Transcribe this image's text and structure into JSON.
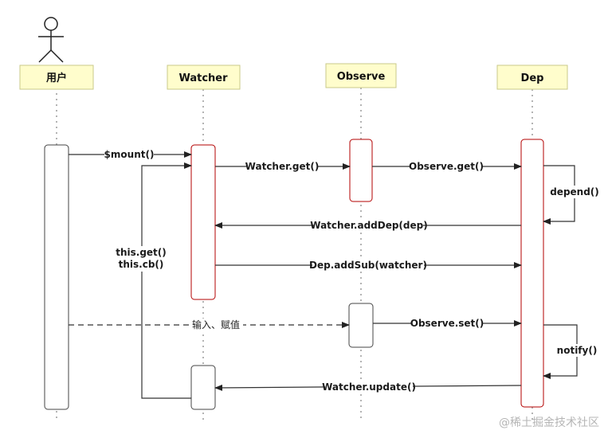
{
  "colors": {
    "header_fill": "#fffdcc",
    "header_stroke": "#c9c98a",
    "activation_red": "#b30000",
    "activation_gray": "#444444",
    "arrow": "#333333",
    "lifeline": "#999999"
  },
  "participants": {
    "user": "用户",
    "watcher": "Watcher",
    "observe": "Observe",
    "dep": "Dep"
  },
  "messages": {
    "mount": "$mount()",
    "watcher_get": "Watcher.get()",
    "observe_get": "Observe.get()",
    "depend": "depend()",
    "add_dep": "Watcher.addDep(dep)",
    "this_get": "this.get()",
    "this_cb": "this.cb()",
    "add_sub": "Dep.addSub(watcher)",
    "input_assign": "输入、赋值",
    "observe_set": "Observe.set()",
    "notify": "notify()",
    "watcher_update": "Watcher.update()"
  },
  "watermark": "@稀土掘金技术社区"
}
